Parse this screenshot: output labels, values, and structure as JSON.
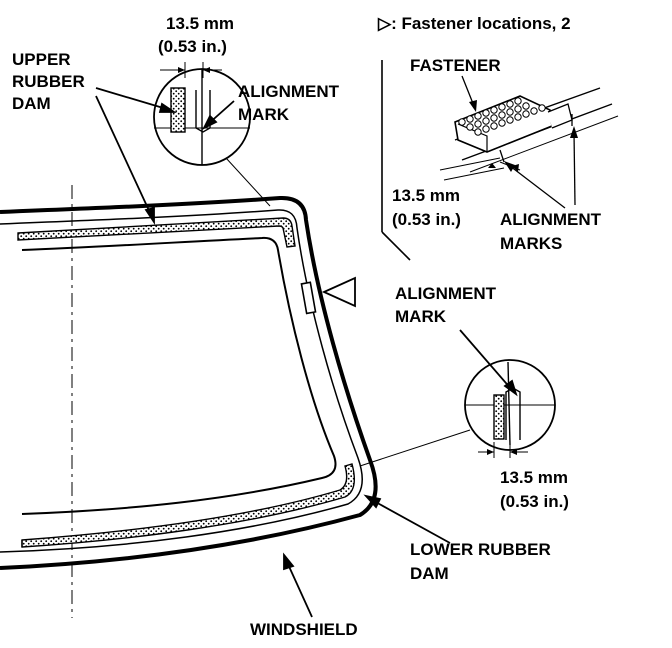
{
  "labels": {
    "top_dim_mm": "13.5 mm",
    "top_dim_in": "(0.53 in.)",
    "upper_dam_1": "UPPER",
    "upper_dam_2": "RUBBER",
    "upper_dam_3": "DAM",
    "align_top_1": "ALIGNMENT",
    "align_top_2": "MARK",
    "legend": "▷: Fastener locations, 2",
    "fastener": "FASTENER",
    "inset_dim_mm": "13.5 mm",
    "inset_dim_in": "(0.53 in.)",
    "align_marks_1": "ALIGNMENT",
    "align_marks_2": "MARKS",
    "align_right_1": "ALIGNMENT",
    "align_right_2": "MARK",
    "right_dim_mm": "13.5 mm",
    "right_dim_in": "(0.53 in.)",
    "lower_dam_1": "LOWER RUBBER",
    "lower_dam_2": "DAM",
    "windshield": "WINDSHIELD"
  }
}
